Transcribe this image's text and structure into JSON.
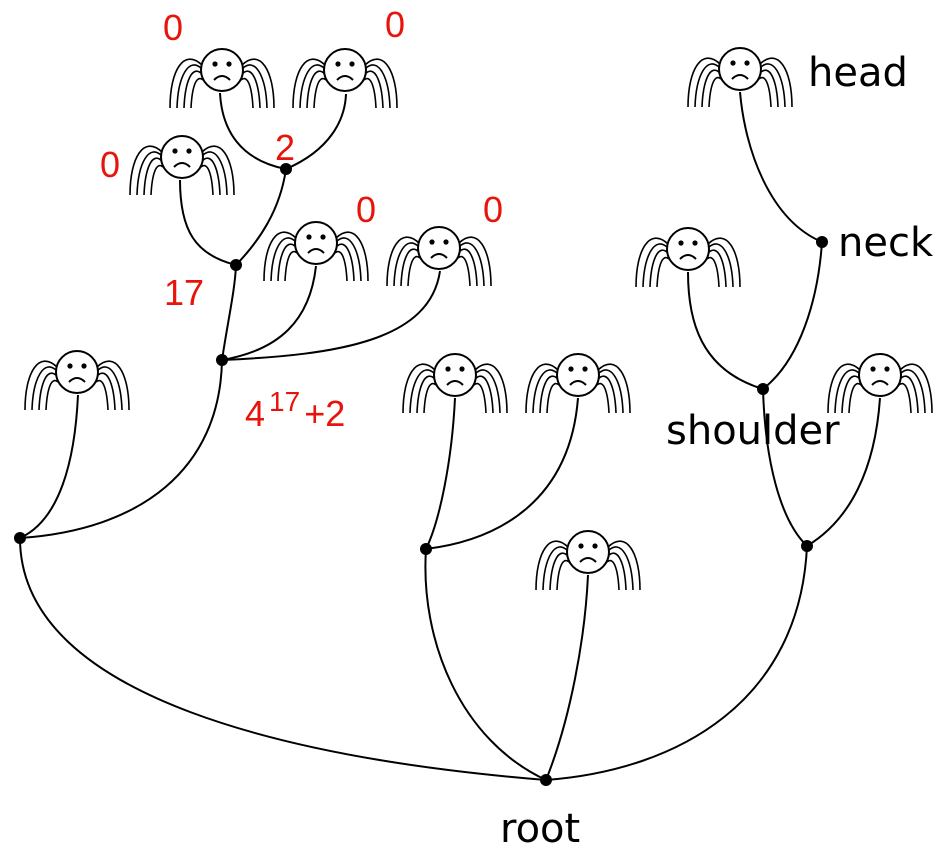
{
  "colors": {
    "line": "#000000",
    "annotation": "#e8140c"
  },
  "heads": {
    "icon": "sad-hydra-head-icon",
    "mood": "frowning"
  },
  "labels": {
    "head": "head",
    "neck": "neck",
    "shoulder": "shoulder",
    "root": "root"
  },
  "annotations": {
    "top_left_zero": "0",
    "top_right_zero": "0",
    "upper_node_two": "2",
    "left_zero": "0",
    "mid_zero_a": "0",
    "mid_zero_b": "0",
    "node_seventeen": "17",
    "formula_base": "4",
    "formula_exponent": "17",
    "formula_tail": "+2"
  }
}
